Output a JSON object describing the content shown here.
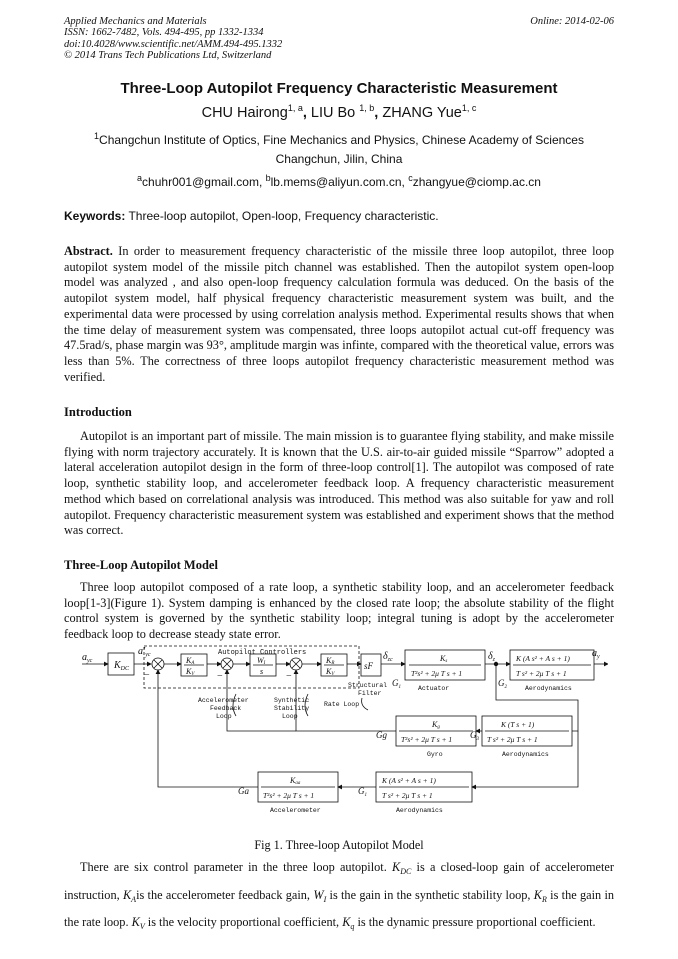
{
  "header": {
    "journal": "Applied Mechanics and Materials",
    "issn": "ISSN: 1662-7482, Vols. 494-495, pp 1332-1334",
    "doi": "doi:10.4028/www.scientific.net/AMM.494-495.1332",
    "copyright": "© 2014 Trans Tech Publications Ltd, Switzerland",
    "online": "Online: 2014-02-06"
  },
  "title": "Three-Loop Autopilot Frequency Characteristic Measurement",
  "authors": {
    "a1": "CHU Hairong",
    "a1_sup": "1, a",
    "sep1": ", ",
    "a2": "LIU Bo ",
    "a2_sup": "1, b",
    "sep2": ", ",
    "a3": "ZHANG Yue",
    "a3_sup": "1, c"
  },
  "affiliation": {
    "sup": "1",
    "line1": "Changchun Institute of Optics, Fine Mechanics and Physics, Chinese Academy of Sciences",
    "line2": "Changchun, Jilin, China",
    "email_a_sup": "a",
    "email_a": "chuhr001@gmail.com, ",
    "email_b_sup": "b",
    "email_b": "lb.mems@aliyun.com.cn, ",
    "email_c_sup": "c",
    "email_c": "zhangyue@ciomp.ac.cn"
  },
  "keywords": {
    "label": "Keywords:",
    "text": " Three-loop autopilot, Open-loop, Frequency characteristic."
  },
  "abstract": {
    "label": "Abstract.",
    "text": " In order to measurement frequency characteristic of the missile three loop autopilot, three loop autopilot system model of the missile pitch channel was established. Then the autopilot system open-loop model was analyzed , and also open-loop frequency calculation formula was deduced. On the basis of the autopilot system model, half physical frequency characteristic measurement system was built, and the experimental data were processed by using correlation analysis method. Experimental results shows that when the time delay of measurement system was compensated, three loops autopilot actual cut-off frequency was 47.5rad/s, phase margin was 93°, amplitude margin was infinte, compared with the theoretical value, errors was less than 5%. The correctness of three loops autopilot frequency characteristic measurement method was verified."
  },
  "introduction": {
    "heading": "Introduction",
    "text": "Autopilot is an important part of missile. The main mission is to guarantee flying stability, and make missile flying with norm trajectory accurately. It is known that the U.S. air-to-air guided missile “Sparrow” adopted a lateral acceleration autopilot design in the form of three-loop control[1]. The autopilot was composed of rate loop, synthetic stability loop, and accelerometer feedback loop. A frequency characteristic measurement method which based on correlational analysis was introduced. This method was also suitable for yaw and roll autopilot. Frequency characteristic measurement system was established and experiment shows that the method was correct."
  },
  "model_section": {
    "heading": "Three-Loop Autopilot Model",
    "text": "Three loop autopilot composed of a rate loop, a synthetic stability loop, and an accelerometer feedback loop[1-3](Figure 1). System damping is enhanced by the closed rate loop; the absolute stability of the flight control system is governed by the synthetic stability loop; integral tuning is adopt by the accelerometer feedback loop to decrease steady state error."
  },
  "figure": {
    "caption": "Fig 1. Three-loop Autopilot Model",
    "input": "a",
    "input_sub": "yc",
    "input2": "a′",
    "input2_sub": "yc",
    "autopilot_controllers": "Autopilot Controllers",
    "kdc": "K",
    "kdc_sub": "DC",
    "ka_top": "K",
    "ka_top_sub": "A",
    "ka_bottom": "K",
    "ka_bottom_sub": "V",
    "wi_top": "W",
    "wi_top_sub": "I",
    "wi_bottom": "s",
    "kr_top": "K",
    "kr_top_sub": "R",
    "kr_bottom": "K",
    "kr_bottom_sub": "V",
    "sf": "sF",
    "delta_zc": "δ",
    "delta_zc_sub": "zc",
    "delta_z": "δ",
    "delta_z_sub": "z",
    "act_num": "K",
    "act_num_sub": "s",
    "act_den": "T²s² + 2μ T s + 1",
    "act_label": "Actuator",
    "g1": "G",
    "g1_sub": "1",
    "g2": "G",
    "g2_sub": "2",
    "aero1_num": "K (A s² + A s + 1)",
    "aero1_den": "T s² + 2μ T s + 1",
    "aero1_label": "Aerodynamics",
    "output": "a",
    "output_sub": "y",
    "acc_fb_label": [
      "Accelerometer",
      "Feedback",
      "Loop"
    ],
    "syn_label": [
      "Synthetic",
      "Stability",
      "Loop"
    ],
    "struct_label": [
      "Structural",
      "Filter"
    ],
    "rate_loop": "Rate Loop",
    "gyro_num": "K",
    "gyro_num_sub": "g",
    "gyro_den": "T²s² + 2μ T s + 1",
    "gyro_label": "Gyro",
    "gg": "Gg",
    "aero2_num": "K (T s + 1)",
    "aero2_den": "T s² + 2μ T s + 1",
    "aero2_label": "Aerodynamics",
    "g3": "G",
    "g3_sub": "3",
    "acc_num": "K",
    "acc_num_sub": "aa",
    "acc_den": "T²s² + 2μ T s + 1",
    "acc_label": "Accelerometer",
    "ga": "Ga",
    "aero3_num": "K (A s² + A s + 1)",
    "aero3_den": "T s² + 2μ T s + 1",
    "aero3_label": "Aerodynamics",
    "g1b": "G",
    "g1b_sub": "1",
    "minus": "−"
  },
  "params_paragraph": {
    "t1": "There are six control parameter in the three loop autopilot. ",
    "k1": "K",
    "k1_sub": "DC",
    "t2": " is a closed-loop gain of accelerometer instruction, ",
    "k2": "K",
    "k2_sub": "A",
    "t3": "is the accelerometer feedback gain, ",
    "k3": "W",
    "k3_sub": "I",
    "t4": " is the gain in the synthetic stability loop, ",
    "k4": "K",
    "k4_sub": "R",
    "t5": " is the gain in the rate loop. ",
    "k5": "K",
    "k5_sub": "V",
    "t6": " is the velocity proportional coefficient, ",
    "k6": "K",
    "k6_sub": "q",
    "t7": " is the dynamic pressure proportional coefficient."
  }
}
